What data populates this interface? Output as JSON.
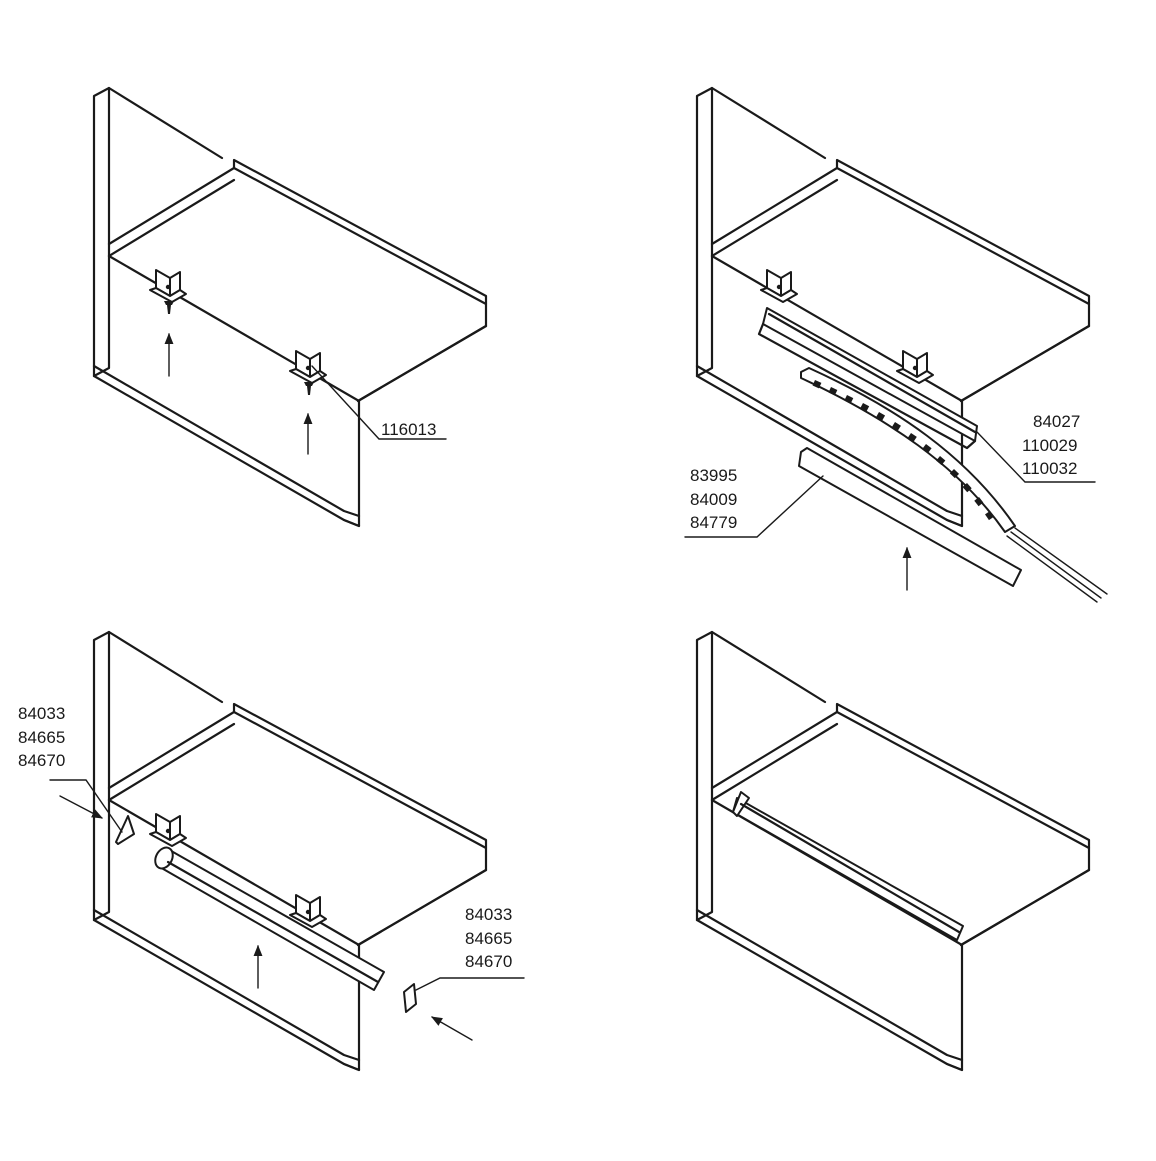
{
  "colors": {
    "ink": "#1a1a1a",
    "background": "#ffffff"
  },
  "panel_1": {
    "callout": {
      "label": "116013"
    }
  },
  "panel_2": {
    "callout_profile": {
      "lines": [
        "84027",
        "110029",
        "110032"
      ]
    },
    "callout_cover": {
      "lines": [
        "83995",
        "84009",
        "84779"
      ]
    }
  },
  "panel_3": {
    "callout_left_cap": {
      "lines": [
        "84033",
        "84665",
        "84670"
      ]
    },
    "callout_right_cap": {
      "lines": [
        "84033",
        "84665",
        "84670"
      ]
    }
  },
  "icons": [
    "arrow-up-icon",
    "arrow-inward-icon",
    "mounting-clip-icon",
    "screw-icon",
    "led-strip-icon"
  ]
}
